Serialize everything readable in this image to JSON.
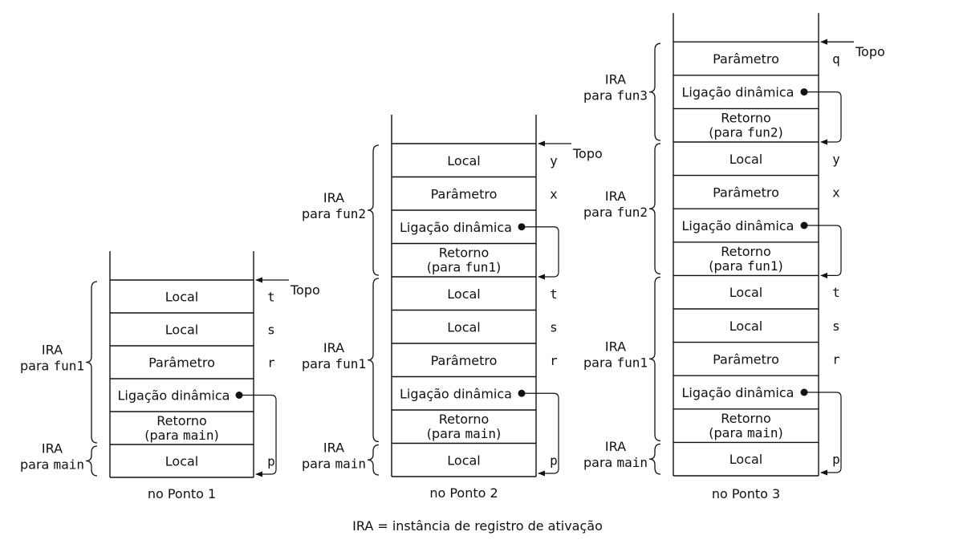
{
  "legend": "IRA = instância de registro de ativação",
  "top_label": "Topo",
  "ira_label": "IRA",
  "para_label": "para",
  "stacks": [
    {
      "caption": "no Ponto 1",
      "records": [
        {
          "owner": "fun1",
          "cells": [
            {
              "kind": "Local",
              "var": "t"
            },
            {
              "kind": "Local",
              "var": "s"
            },
            {
              "kind": "Parâmetro",
              "var": "r"
            },
            {
              "kind": "Ligação dinâmica",
              "var": ""
            },
            {
              "kind": "Retorno",
              "ret": "main",
              "var": ""
            }
          ]
        },
        {
          "owner": "main",
          "cells": [
            {
              "kind": "Local",
              "var": "p"
            }
          ]
        }
      ]
    },
    {
      "caption": "no Ponto 2",
      "records": [
        {
          "owner": "fun2",
          "cells": [
            {
              "kind": "Local",
              "var": "y"
            },
            {
              "kind": "Parâmetro",
              "var": "x"
            },
            {
              "kind": "Ligação dinâmica",
              "var": ""
            },
            {
              "kind": "Retorno",
              "ret": "fun1",
              "var": ""
            }
          ]
        },
        {
          "owner": "fun1",
          "cells": [
            {
              "kind": "Local",
              "var": "t"
            },
            {
              "kind": "Local",
              "var": "s"
            },
            {
              "kind": "Parâmetro",
              "var": "r"
            },
            {
              "kind": "Ligação dinâmica",
              "var": ""
            },
            {
              "kind": "Retorno",
              "ret": "main",
              "var": ""
            }
          ]
        },
        {
          "owner": "main",
          "cells": [
            {
              "kind": "Local",
              "var": "p"
            }
          ]
        }
      ]
    },
    {
      "caption": "no Ponto 3",
      "records": [
        {
          "owner": "fun3",
          "cells": [
            {
              "kind": "Parâmetro",
              "var": "q"
            },
            {
              "kind": "Ligação dinâmica",
              "var": ""
            },
            {
              "kind": "Retorno",
              "ret": "fun2",
              "var": ""
            }
          ]
        },
        {
          "owner": "fun2",
          "cells": [
            {
              "kind": "Local",
              "var": "y"
            },
            {
              "kind": "Parâmetro",
              "var": "x"
            },
            {
              "kind": "Ligação dinâmica",
              "var": ""
            },
            {
              "kind": "Retorno",
              "ret": "fun1",
              "var": ""
            }
          ]
        },
        {
          "owner": "fun1",
          "cells": [
            {
              "kind": "Local",
              "var": "t"
            },
            {
              "kind": "Local",
              "var": "s"
            },
            {
              "kind": "Parâmetro",
              "var": "r"
            },
            {
              "kind": "Ligação dinâmica",
              "var": ""
            },
            {
              "kind": "Retorno",
              "ret": "main",
              "var": ""
            }
          ]
        },
        {
          "owner": "main",
          "cells": [
            {
              "kind": "Local",
              "var": "p"
            }
          ]
        }
      ]
    }
  ]
}
